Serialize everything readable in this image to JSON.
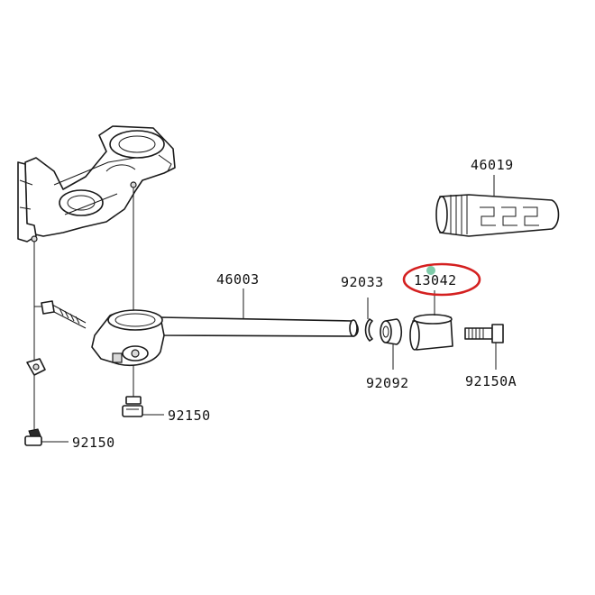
{
  "diagram": {
    "parts": [
      {
        "id": "p46019",
        "number": "46019"
      },
      {
        "id": "p46003",
        "number": "46003"
      },
      {
        "id": "p92033",
        "number": "92033"
      },
      {
        "id": "p13042",
        "number": "13042"
      },
      {
        "id": "p92092",
        "number": "92092"
      },
      {
        "id": "p92150a",
        "number": "92150A"
      },
      {
        "id": "p92150_1",
        "number": "92150"
      },
      {
        "id": "p92150_2",
        "number": "92150"
      }
    ],
    "highlight": {
      "part": "13042",
      "color": "#d42020",
      "dot_color": "#5fbf95"
    },
    "line_color": "#1a1a1a",
    "background": "#ffffff"
  }
}
